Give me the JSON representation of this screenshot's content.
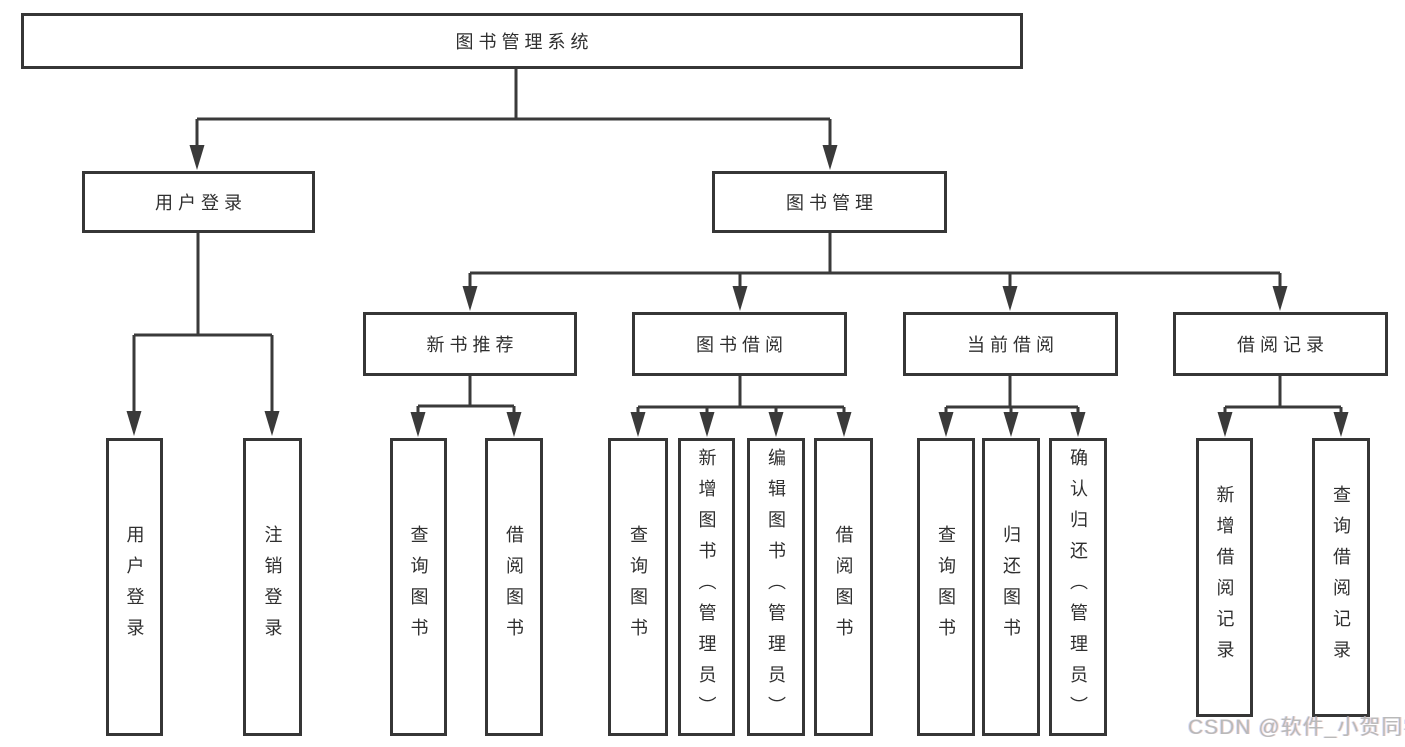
{
  "diagram": {
    "type": "hierarchy-flowchart",
    "root": {
      "label": "图书管理系统"
    },
    "branches": [
      {
        "id": "user-login",
        "label": "用户登录"
      },
      {
        "id": "book-management",
        "label": "图书管理"
      }
    ],
    "modules": [
      {
        "id": "new-book-recommendation",
        "parent": "图书管理",
        "label": "新书推荐"
      },
      {
        "id": "book-borrowing",
        "parent": "图书管理",
        "label": "图书借阅"
      },
      {
        "id": "current-borrowing",
        "parent": "图书管理",
        "label": "当前借阅"
      },
      {
        "id": "borrowing-records",
        "parent": "图书管理",
        "label": "借阅记录"
      }
    ],
    "leaves": [
      {
        "parent": "用户登录",
        "label": "用户登录"
      },
      {
        "parent": "用户登录",
        "label": "注销登录"
      },
      {
        "parent": "新书推荐",
        "label": "查询图书"
      },
      {
        "parent": "新书推荐",
        "label": "借阅图书"
      },
      {
        "parent": "图书借阅",
        "label": "查询图书"
      },
      {
        "parent": "图书借阅",
        "label": "新增图书（管理员）"
      },
      {
        "parent": "图书借阅",
        "label": "编辑图书（管理员）"
      },
      {
        "parent": "图书借阅",
        "label": "借阅图书"
      },
      {
        "parent": "当前借阅",
        "label": "查询图书"
      },
      {
        "parent": "当前借阅",
        "label": "归还图书"
      },
      {
        "parent": "当前借阅",
        "label": "确认归还（管理员）"
      },
      {
        "parent": "借阅记录",
        "label": "新增借阅记录"
      },
      {
        "parent": "借阅记录",
        "label": "查询借阅记录"
      }
    ],
    "watermark": "CSDN @软件_小贺同学",
    "colors": {
      "line": "#3a3a3a",
      "box_border": "#363636",
      "text": "#2f2f2f",
      "watermark": "#b9b9b9",
      "background": "#ffffff"
    }
  }
}
